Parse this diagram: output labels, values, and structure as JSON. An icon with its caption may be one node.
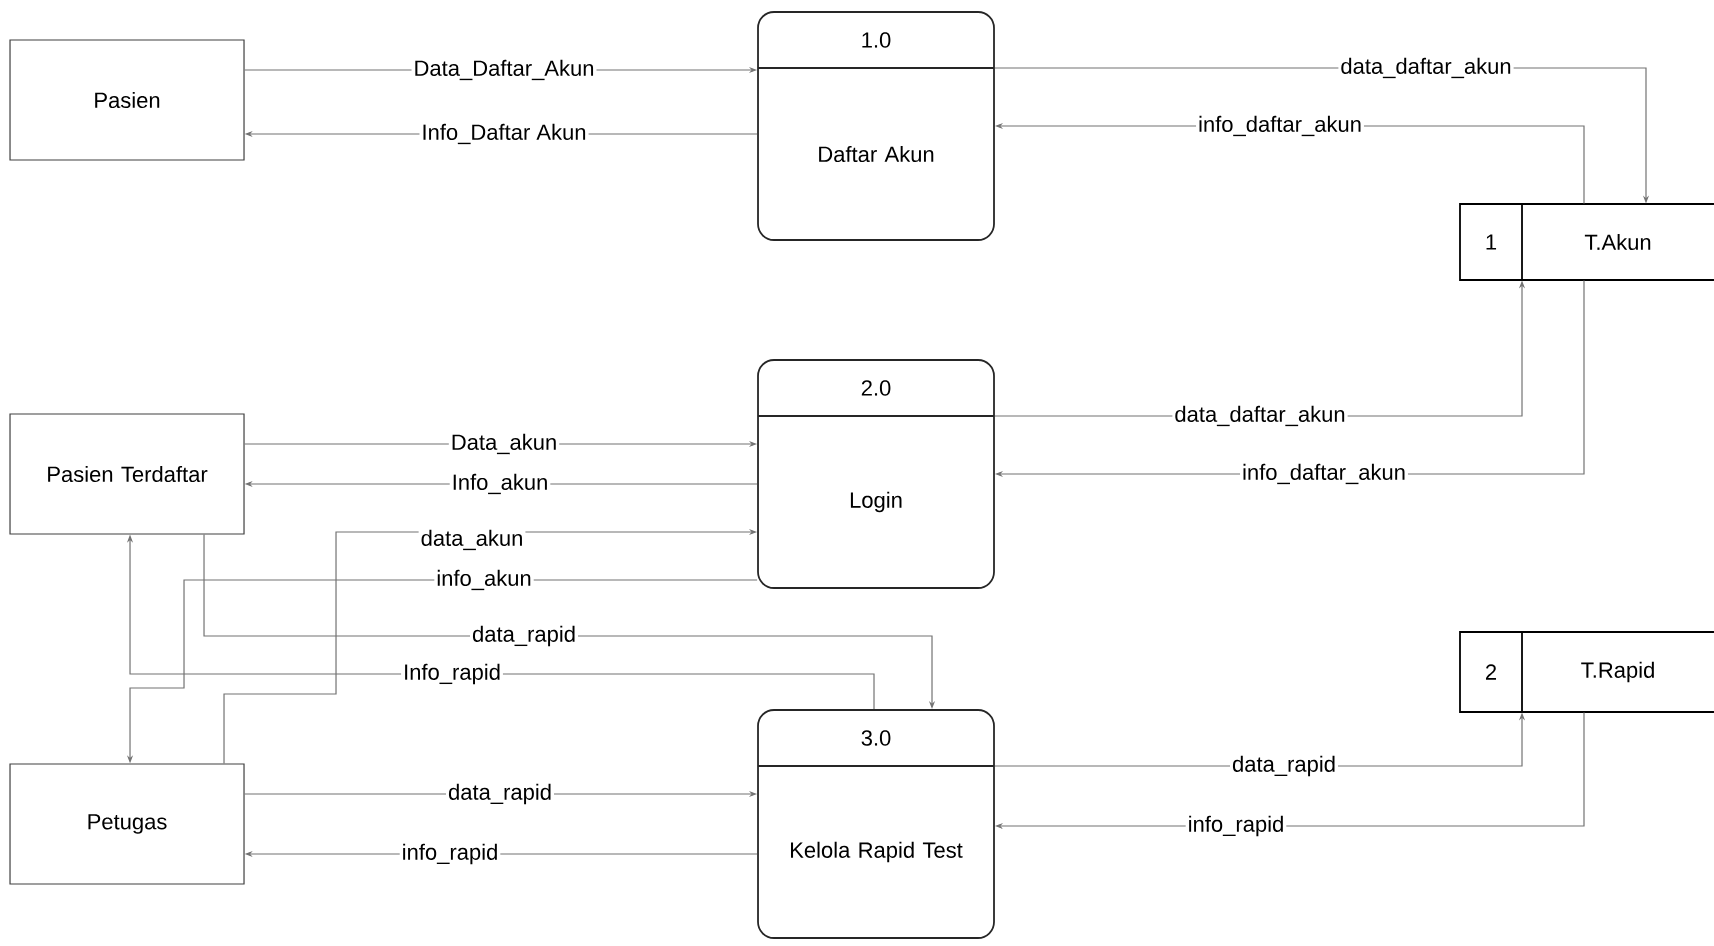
{
  "diagram": {
    "nodes": [
      {
        "text": [
          "Pasien"
        ]
      },
      {
        "text": [
          "1.0",
          "Daftar Akun"
        ]
      },
      {
        "text": [
          "1",
          "T.Akun"
        ]
      },
      {
        "text": [
          "Pasien Terdaftar"
        ]
      },
      {
        "text": [
          "2.0",
          "Login"
        ]
      },
      {
        "text": [
          "Petugas"
        ]
      },
      {
        "text": [
          "3.0",
          "Kelola Rapid Test"
        ]
      },
      {
        "text": [
          "2",
          "T.Rapid"
        ]
      }
    ],
    "edges": [
      {
        "from": 0,
        "to": 1,
        "arrow": "to",
        "label": "Data_Daftar_Akun"
      },
      {
        "from": 1,
        "to": 0,
        "arrow": "to",
        "label": "Info_Daftar Akun"
      },
      {
        "from": 1,
        "to": 2,
        "arrow": "to",
        "label": "data_daftar_akun"
      },
      {
        "from": 2,
        "to": 1,
        "arrow": "to",
        "label": "info_daftar_akun"
      },
      {
        "from": 4,
        "to": 2,
        "arrow": "to",
        "label": "data_daftar_akun"
      },
      {
        "from": 2,
        "to": 4,
        "arrow": "to",
        "label": "info_daftar_akun"
      },
      {
        "from": 3,
        "to": 4,
        "arrow": "to",
        "label": "Data_akun"
      },
      {
        "from": 4,
        "to": 3,
        "arrow": "to",
        "label": "Info_akun"
      },
      {
        "from": 5,
        "to": 4,
        "arrow": "to",
        "label": "data_akun"
      },
      {
        "from": 4,
        "to": 5,
        "arrow": "to",
        "label": "info_akun"
      },
      {
        "from": 3,
        "to": 6,
        "arrow": "to",
        "label": "data_rapid"
      },
      {
        "from": 6,
        "to": 3,
        "arrow": "to",
        "label": "Info_rapid"
      },
      {
        "from": 5,
        "to": 6,
        "arrow": "to",
        "label": "data_rapid"
      },
      {
        "from": 6,
        "to": 5,
        "arrow": "to",
        "label": "info_rapid"
      },
      {
        "from": 6,
        "to": 7,
        "arrow": "to",
        "label": "data_rapid"
      },
      {
        "from": 7,
        "to": 6,
        "arrow": "to",
        "label": "info_rapid"
      }
    ]
  }
}
